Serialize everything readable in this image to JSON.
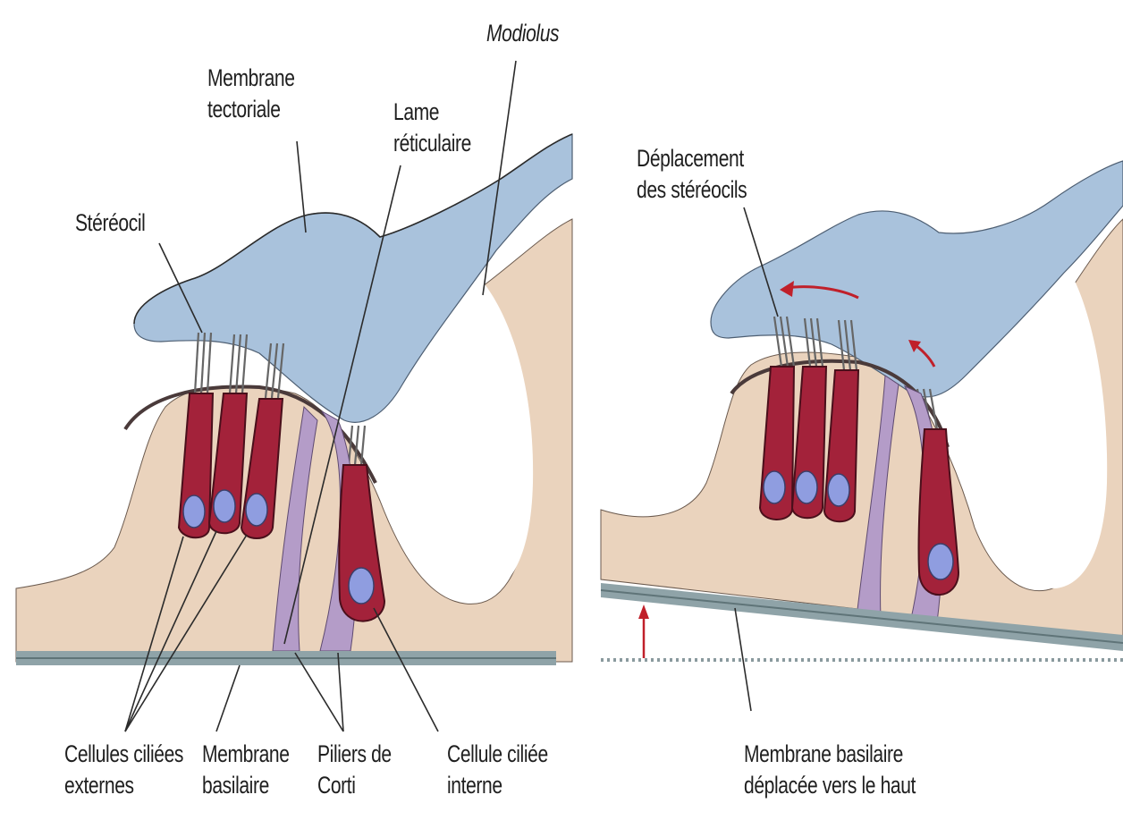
{
  "colors": {
    "tissue": "#ead3bd",
    "tectorial_membrane": "#a9c2dc",
    "hair_cell": "#a3223a",
    "nucleus": "#8f9de0",
    "pillar": "#b49cc8",
    "basilar_membrane": "#8fa3a8",
    "arrow": "#c0202a"
  },
  "left_panel": {
    "modiolus": "Modiolus",
    "tectorial_1": "Membrane",
    "tectorial_2": "tectoriale",
    "lame_1": "Lame",
    "lame_2": "réticulaire",
    "stereocil": "Stéréocil",
    "outer_cells_1": "Cellules ciliées",
    "outer_cells_2": "externes",
    "basilar_1": "Membrane",
    "basilar_2": "basilaire",
    "pillars_1": "Piliers de",
    "pillars_2": "Corti",
    "inner_cell_1": "Cellule ciliée",
    "inner_cell_2": "interne"
  },
  "right_panel": {
    "displacement_1": "Déplacement",
    "displacement_2": "des stéréocils",
    "basilar_moved_1": "Membrane basilaire",
    "basilar_moved_2": "déplacée vers le haut"
  }
}
